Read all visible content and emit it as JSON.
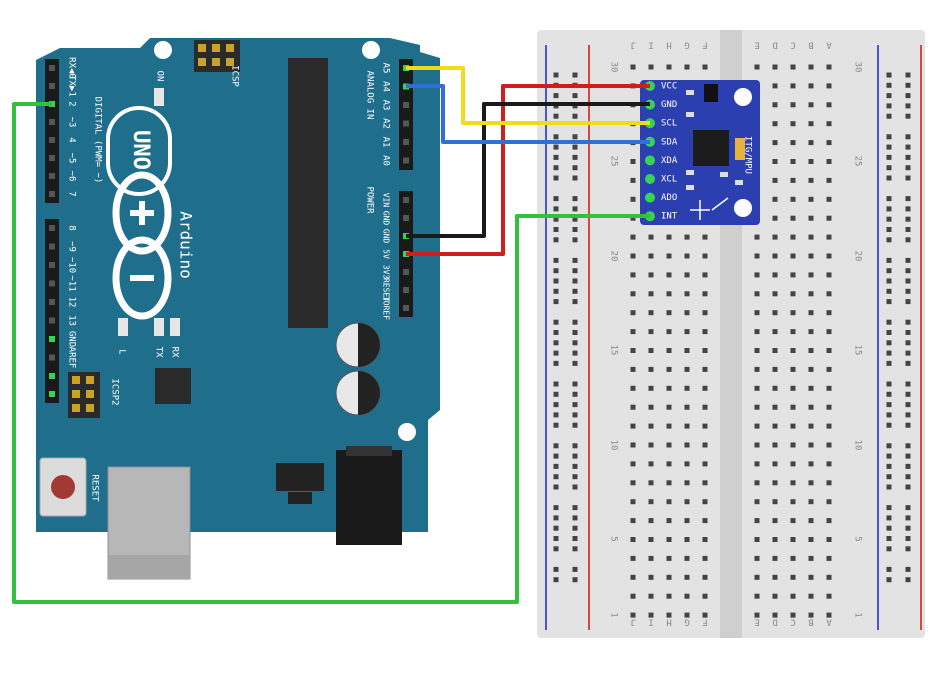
{
  "colors": {
    "board": "#1f6e8c",
    "board_dark": "#17566e",
    "breadboard": "#e3e3e3",
    "channel": "#cfcfcf",
    "rail_red": "#d9463d",
    "rail_blue": "#4a56c6",
    "module": "#2b3fb0",
    "wire_red": "#cc1f1f",
    "wire_black": "#1a1a1a",
    "wire_yellow": "#f2dc1a",
    "wire_blue": "#2f6fd6",
    "wire_green": "#31c13b",
    "pin_green": "#39d353"
  },
  "arduino": {
    "brand": "Arduino",
    "model": "UNO",
    "icsp_top": "ICSP",
    "icsp_bottom": "ICSP2",
    "on_label": "ON",
    "digital_label": "DIGITAL (PWM= ~)",
    "analog_label": "ANALOG IN",
    "power_label": "POWER",
    "reset_label": "RESET",
    "l_label": "L",
    "tx_label": "TX",
    "rx_label": "RX",
    "digital_pins_top": [
      "RX◀0",
      "TX▶1",
      "2",
      "~3",
      "4",
      "~5",
      "~6",
      "7"
    ],
    "digital_pins_bottom": [
      "8",
      "~9",
      "~10",
      "~11",
      "12",
      "13",
      "GND",
      "AREF"
    ],
    "analog_pins": [
      "A5",
      "A4",
      "A3",
      "A2",
      "A1",
      "A0"
    ],
    "power_pins": [
      "VIN",
      "GND",
      "GND",
      "5V",
      "3V3",
      "RESET",
      "IOREF"
    ]
  },
  "mpu": {
    "title": "ITG/MPU",
    "pins": [
      "VCC",
      "GND",
      "SCL",
      "SDA",
      "XDA",
      "XCL",
      "ADO",
      "INT"
    ]
  },
  "breadboard": {
    "column_letters_left": [
      "J",
      "I",
      "H",
      "G",
      "F"
    ],
    "column_letters_right": [
      "E",
      "D",
      "C",
      "B",
      "A"
    ],
    "row_numbers": [
      "30",
      "25",
      "20",
      "15",
      "10",
      "5",
      "1"
    ]
  },
  "wires": [
    {
      "color": "red",
      "from": "5V",
      "to": "VCC"
    },
    {
      "color": "black",
      "from": "GND",
      "to": "GND"
    },
    {
      "color": "yellow",
      "from": "A5",
      "to": "SCL"
    },
    {
      "color": "blue",
      "from": "A4",
      "to": "SDA"
    },
    {
      "color": "green",
      "from": "2",
      "to": "INT"
    }
  ]
}
